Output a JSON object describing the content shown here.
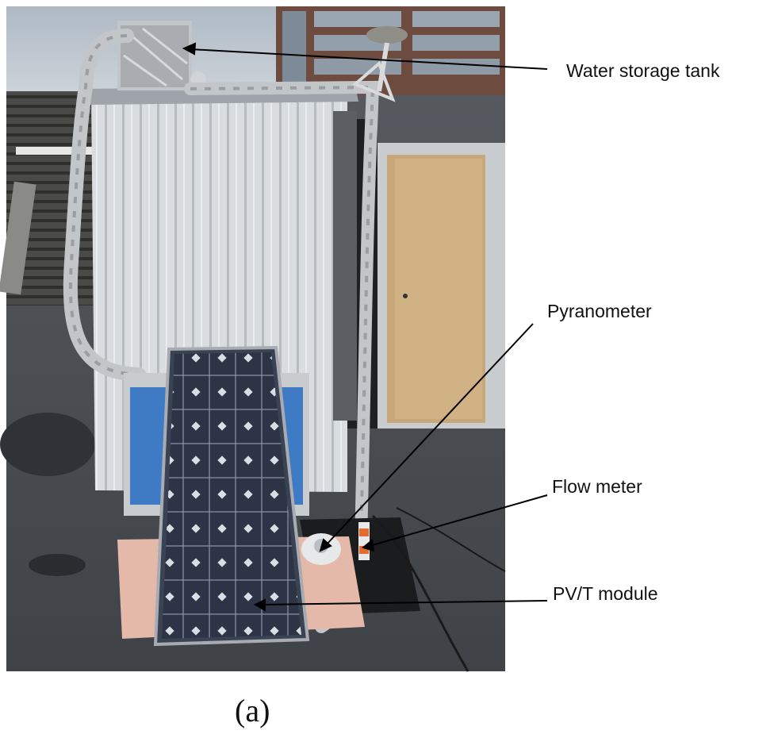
{
  "labels": {
    "water_storage_tank": "Water storage tank",
    "pyranometer": "Pyranometer",
    "flow_meter": "Flow meter",
    "pvt_module": "PV/T module"
  },
  "caption": "(a)"
}
